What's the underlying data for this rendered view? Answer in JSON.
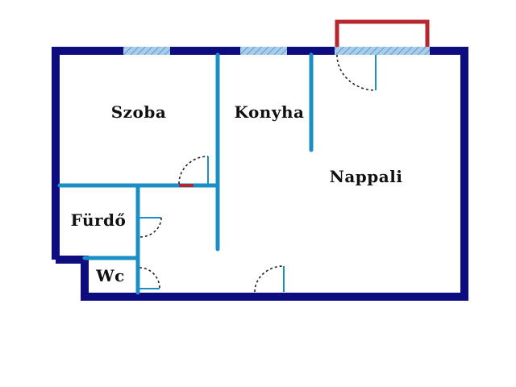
{
  "rooms": {
    "szoba": "Szoba",
    "konyha": "Konyha",
    "nappali": "Nappali",
    "furdo": "Fürdő",
    "wc": "Wc"
  },
  "colors": {
    "outer_wall": "#0d0d80",
    "inner_wall": "#1b8fc4",
    "balcony": "#b5262e",
    "window_fill": "#a9cde8",
    "window_hatch": "#5a9cd0",
    "door_arc": "#222222",
    "door_leaf": "#1b8fc4"
  }
}
